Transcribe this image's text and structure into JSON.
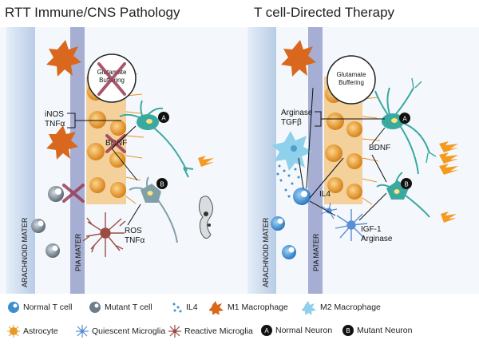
{
  "panels": {
    "left": {
      "title": "RTT Immune/CNS Pathology",
      "arachnoid": "ARACHNOID MATER",
      "pia": "PIA MATER",
      "glutamate": [
        "Glutamate",
        "Buffering"
      ],
      "factors_top": [
        "iNOS",
        "TNFα"
      ],
      "bdnf": "BDNF",
      "factors_bottom": [
        "ROS",
        "TNFα"
      ],
      "neuron_a": "A",
      "neuron_b": "B"
    },
    "right": {
      "title": "T cell-Directed Therapy",
      "arachnoid": "ARACHNOID MATER",
      "pia": "PIA MATER",
      "glutamate": [
        "Glutamate",
        "Buffering"
      ],
      "factors_top": [
        "Arginase",
        "TGFβ"
      ],
      "bdnf": "BDNF",
      "il4": "IL4",
      "factors_bottom": [
        "IGF-1",
        "Arginase"
      ],
      "neuron_a": "A",
      "neuron_b": "B"
    }
  },
  "legend": {
    "normal_tcell": "Normal T cell",
    "mutant_tcell": "Mutant T cell",
    "il4": "IL4",
    "m1": "M1 Macrophage",
    "m2": "M2 Macrophage",
    "astrocyte": "Astrocyte",
    "quiescent": "Quiescent Microglia",
    "reactive": "Reactive Microglia",
    "normal_neuron": "Normal Neuron",
    "mutant_neuron": "Mutant Neuron",
    "neuron_a_mark": "A",
    "neuron_b_mark": "B"
  },
  "colors": {
    "meninges": "#cfe0f0",
    "pia_band": "#9fa8cc",
    "astrocyte": "#e79a2a",
    "m1_macrophage": "#d9671e",
    "m2_macrophage": "#8fd0ea",
    "normal_tcell": "#3a8fd0",
    "mutant_tcell": "#6e7d8c",
    "reactive_microglia": "#9a4d44",
    "quiescent_microglia": "#5b8fd4",
    "neuron_normal": "#3aa9a0",
    "neuron_mutant": "#7fa0a8",
    "action_potential": "#f39a1f"
  }
}
